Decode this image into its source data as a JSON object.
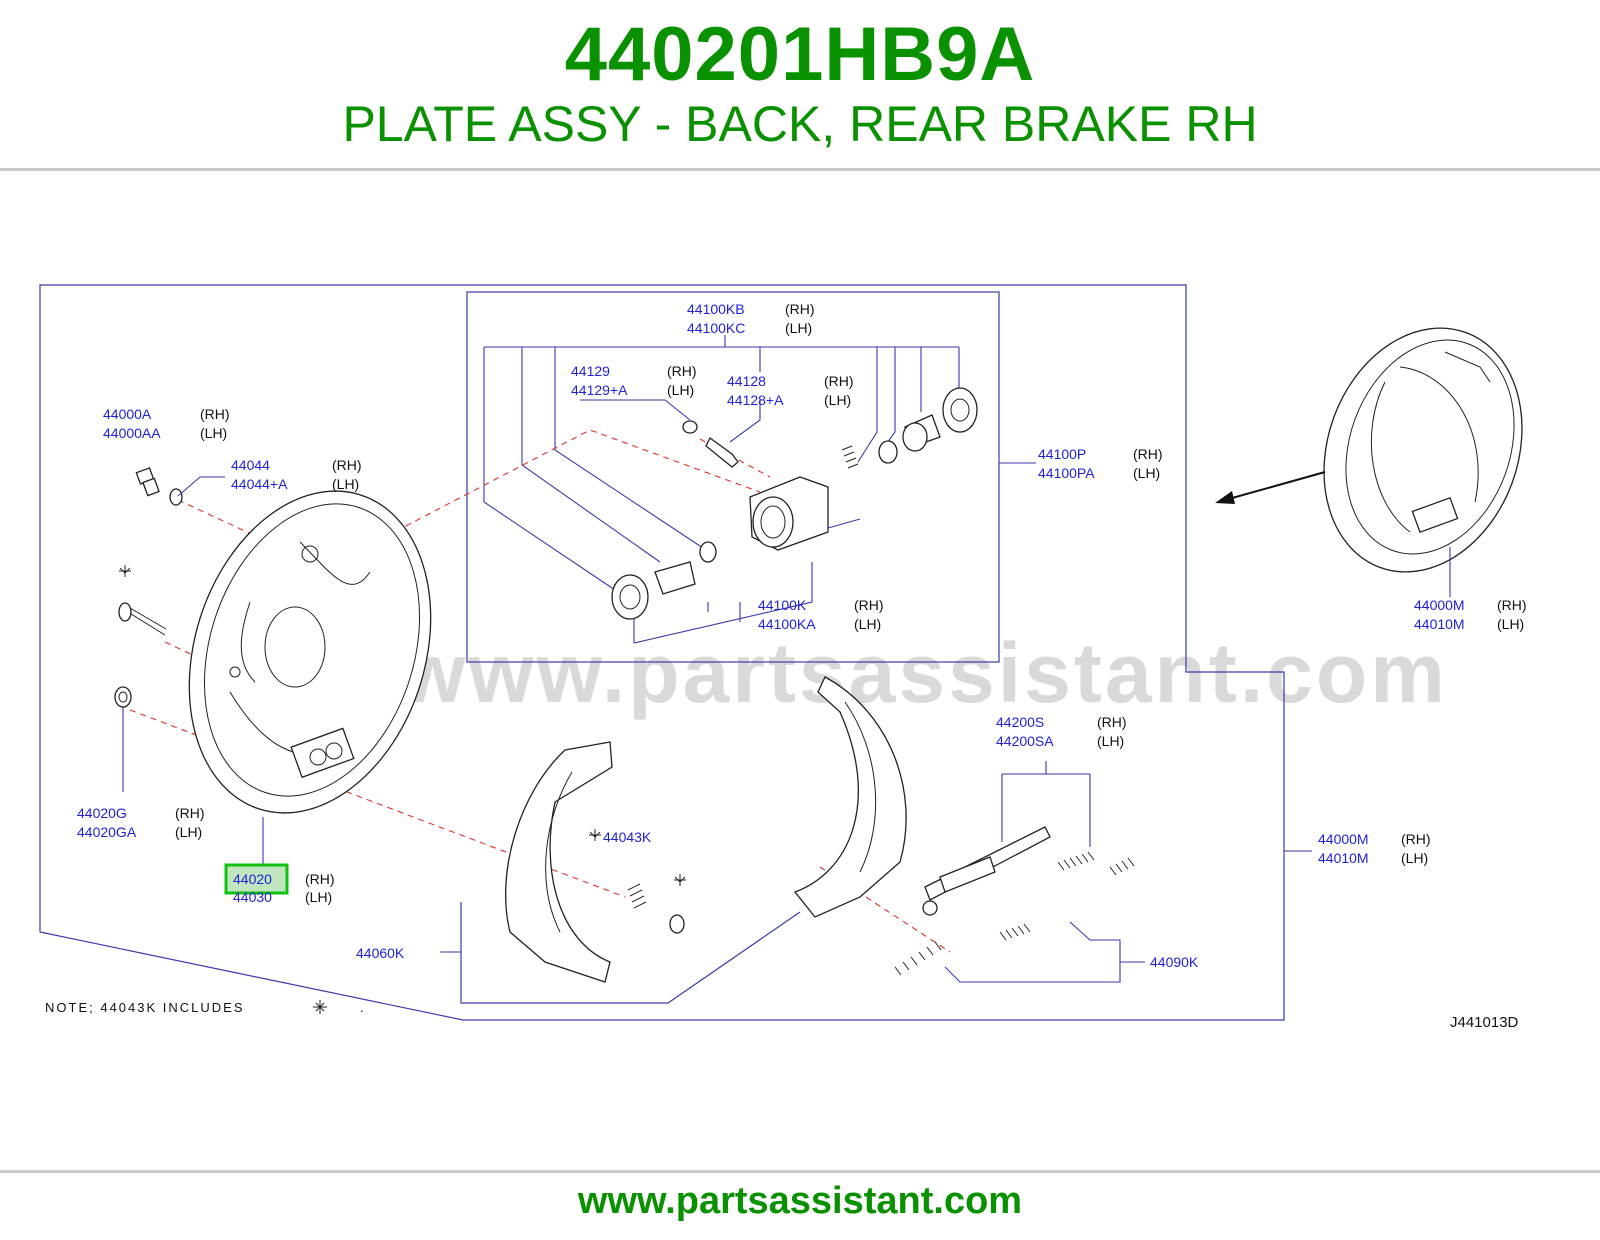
{
  "header": {
    "part_number": "440201HB9A",
    "description": "PLATE ASSY - BACK, REAR BRAKE RH"
  },
  "watermark": "www.partsassistant.com",
  "diagram_ref": "J441013D",
  "note": "NOTE;  44043K  INCLUDES",
  "note_tail": ".",
  "callouts": {
    "c44100kb": {
      "a": "44100KB",
      "b": "44100KC",
      "sa": "(RH)",
      "sb": "(LH)"
    },
    "c44129": {
      "a": "44129",
      "b": "44129+A",
      "sa": "(RH)",
      "sb": "(LH)"
    },
    "c44128": {
      "a": "44128",
      "b": "44128+A",
      "sa": "(RH)",
      "sb": "(LH)"
    },
    "c44000a": {
      "a": "44000A",
      "b": "44000AA",
      "sa": "(RH)",
      "sb": "(LH)"
    },
    "c44044": {
      "a": "44044",
      "b": "44044+A",
      "sa": "(RH)",
      "sb": "(LH)"
    },
    "c44100p": {
      "a": "44100P",
      "b": "44100PA",
      "sa": "(RH)",
      "sb": "(LH)"
    },
    "c44100k": {
      "a": "44100K",
      "b": "44100KA",
      "sa": "(RH)",
      "sb": "(LH)"
    },
    "c44000m_top": {
      "a": "44000M",
      "b": "44010M",
      "sa": "(RH)",
      "sb": "(LH)"
    },
    "c44200s": {
      "a": "44200S",
      "b": "44200SA",
      "sa": "(RH)",
      "sb": "(LH)"
    },
    "c44020g": {
      "a": "44020G",
      "b": "44020GA",
      "sa": "(RH)",
      "sb": "(LH)"
    },
    "c44000m_side": {
      "a": "44000M",
      "b": "44010M",
      "sa": "(RH)",
      "sb": "(LH)"
    },
    "c44020": {
      "a": "44020",
      "b": "44030",
      "sa": "(RH)",
      "sb": "(LH)"
    },
    "c44043k": {
      "a": "44043K"
    },
    "c44060k": {
      "a": "44060K"
    },
    "c44090k": {
      "a": "44090K"
    }
  },
  "highlighted_part": "44020",
  "footer": {
    "url": "www.partsassistant.com"
  }
}
